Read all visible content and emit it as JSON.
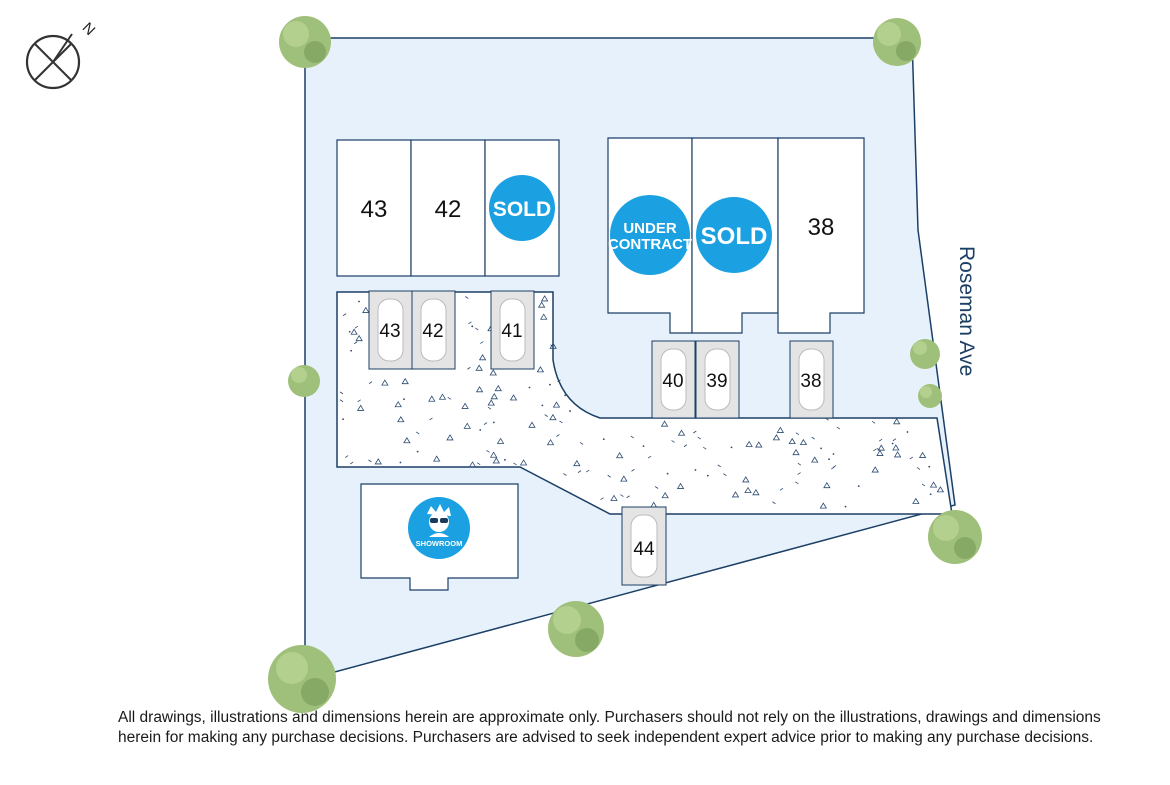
{
  "compass": {
    "north_label": "N"
  },
  "street": {
    "name": "Roseman Ave"
  },
  "lots": [
    {
      "id": "43",
      "label": "43"
    },
    {
      "id": "42",
      "label": "42"
    },
    {
      "id": "41",
      "status": "SOLD"
    },
    {
      "id": "40",
      "status_lines": [
        "UNDER",
        "CONTRACT"
      ]
    },
    {
      "id": "39",
      "status": "SOLD"
    },
    {
      "id": "38",
      "label": "38"
    }
  ],
  "parking_bays": [
    "43",
    "42",
    "41",
    "40",
    "39",
    "38",
    "44"
  ],
  "showroom": {
    "label": "SHOWROOM"
  },
  "disclaimer": "All drawings, illustrations and dimensions herein are approximate only. Purchasers should not rely on the illustrations, drawings and dimensions herein for making any purchase decisions. Purchasers are advised to seek independent expert advice prior to making any purchase decisions.",
  "colors": {
    "site_fill": "#e6f1fb",
    "boundary": "#1c3f66",
    "badge": "#1ba1e2",
    "tree": "#9fc07a",
    "bay_fill": "#e4e4e4"
  }
}
